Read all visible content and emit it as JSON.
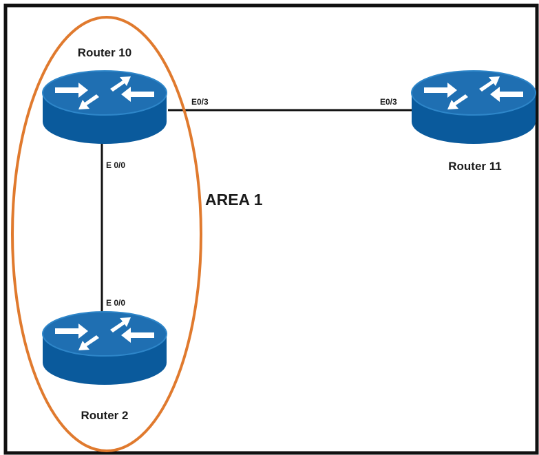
{
  "diagram": {
    "routers": {
      "r10": {
        "name": "Router 10"
      },
      "r11": {
        "name": "Router 11"
      },
      "r2": {
        "name": "Router 2"
      }
    },
    "ports": {
      "r10_e03": "E0/3",
      "r11_e03": "E0/3",
      "r10_e00": "E 0/0",
      "r2_e00": "E 0/0"
    },
    "area_label": "AREA 1",
    "colors": {
      "router_top": "#1f6fb2",
      "router_side": "#0a5a9c",
      "router_edge": "#2e86c9",
      "area_ellipse": "#e07a2e",
      "link": "#111111",
      "frame": "#111111"
    }
  }
}
